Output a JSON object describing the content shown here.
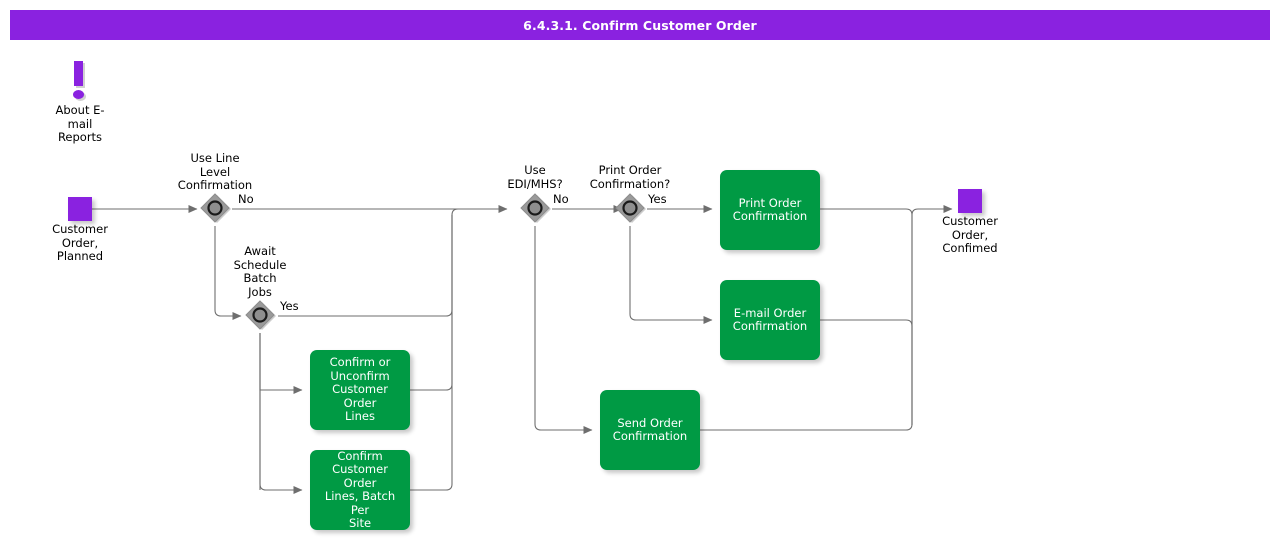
{
  "title": "6.4.3.1. Confirm Customer Order",
  "colors": {
    "title_bar": "#8A22E0",
    "terminator": "#8A22E0",
    "activity": "#009A44",
    "decision_fill": "#808080",
    "edge": "#6E6E6E",
    "text_on_activity": "#FFFFFF",
    "text": "#000000"
  },
  "note": {
    "icon": "exclamation-icon",
    "label": "About E-\nmail\nReports"
  },
  "terminators": [
    {
      "id": "start",
      "label": "Customer\nOrder,\nPlanned"
    },
    {
      "id": "end",
      "label": "Customer\nOrder,\nConfimed"
    }
  ],
  "decisions": [
    {
      "id": "use-line-level-confirmation",
      "label": "Use Line\nLevel\nConfirmation",
      "branch": "No"
    },
    {
      "id": "await-schedule-batch-jobs",
      "label": "Await\nSchedule\nBatch\nJobs",
      "branch": "Yes"
    },
    {
      "id": "use-edi-mhs",
      "label": "Use\nEDI/MHS?",
      "branch": "No"
    },
    {
      "id": "print-order-confirmation-decision",
      "label": "Print Order\nConfirmation?",
      "branch": "Yes"
    }
  ],
  "activities": [
    {
      "id": "confirm-or-unconfirm-customer-order-lines",
      "label": "Confirm or\nUnconfirm\nCustomer Order\nLines"
    },
    {
      "id": "confirm-customer-order-lines-batch-per-site",
      "label": "Confirm\nCustomer Order\nLines, Batch Per\nSite"
    },
    {
      "id": "print-order-confirmation",
      "label": "Print Order\nConfirmation"
    },
    {
      "id": "email-order-confirmation",
      "label": "E-mail Order\nConfirmation"
    },
    {
      "id": "send-order-confirmation",
      "label": "Send Order\nConfirmation"
    }
  ]
}
